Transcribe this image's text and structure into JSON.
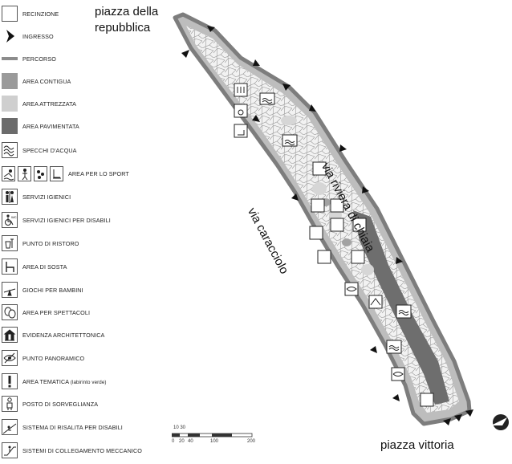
{
  "legend": {
    "items": [
      {
        "key": "recinzione",
        "label": "RECINZIONE",
        "icon": "empty-square-icon"
      },
      {
        "key": "ingresso",
        "label": "INGRESSO",
        "icon": "black-triangle-icon"
      },
      {
        "key": "percorso",
        "label": "PERCORSO",
        "icon": "gray-line-icon",
        "color": "#8c8c8c"
      },
      {
        "key": "area_contigua",
        "label": "AREA CONTIGUA",
        "icon": "gray-swatch-icon",
        "color": "#9a9a9a"
      },
      {
        "key": "area_attrezzata",
        "label": "AREA ATTREZZATA",
        "icon": "light-gray-swatch-icon",
        "color": "#cfcfcf"
      },
      {
        "key": "area_pavimentata",
        "label": "AREA PAVIMENTATA",
        "icon": "dark-gray-swatch-icon",
        "color": "#6b6b6b"
      },
      {
        "key": "specchi",
        "label": "SPECCHI D'ACQUA",
        "icon": "water-waves-icon"
      },
      {
        "key": "sport",
        "label": "AREA PER LO SPORT",
        "icon": "sport-icons"
      },
      {
        "key": "servizi",
        "label": "SERVIZI IGIENICI",
        "icon": "toilet-icon"
      },
      {
        "key": "servizi_disabili",
        "label": "SERVIZI IGIENICI PER DISABILI",
        "icon": "wheelchair-wc-icon"
      },
      {
        "key": "ristoro",
        "label": "PUNTO DI RISTORO",
        "icon": "refreshment-icon"
      },
      {
        "key": "sosta",
        "label": "AREA DI SOSTA",
        "icon": "bench-icon"
      },
      {
        "key": "giochi",
        "label": "GIOCHI PER BAMBINI",
        "icon": "seesaw-icon"
      },
      {
        "key": "spettacoli",
        "label": "AREA PER SPETTACOLI",
        "icon": "theatre-masks-icon"
      },
      {
        "key": "evidenza",
        "label": "EVIDENZA ARCHITETTONICA",
        "icon": "monument-icon"
      },
      {
        "key": "panoramico",
        "label": "PUNTO PANORAMICO",
        "icon": "eye-icon"
      },
      {
        "key": "tematica",
        "label": "AREA TEMATICA",
        "label_note": "(labirinto verde)",
        "icon": "exclamation-icon"
      },
      {
        "key": "sorveglianza",
        "label": "POSTO DI SORVEGLIANZA",
        "icon": "guard-icon"
      },
      {
        "key": "risalita",
        "label": "SISTEMA DI RISALITA PER DISABILI",
        "icon": "wheelchair-ramp-icon"
      },
      {
        "key": "collegamento",
        "label": "SISTEMI DI COLLEGAMENTO MECCANICO",
        "icon": "escalator-icon"
      }
    ]
  },
  "map": {
    "places": {
      "piazza_repubblica_1": "piazza della",
      "piazza_repubblica_2": "repubblica",
      "via_riviera": "via riviera di chiaia",
      "via_caracciolo": "via caracciolo",
      "piazza_vittoria": "piazza vittoria"
    },
    "scale": {
      "top_labels": "10 30",
      "bottom_labels": [
        "0",
        "20",
        "40",
        "100",
        "200"
      ]
    }
  }
}
